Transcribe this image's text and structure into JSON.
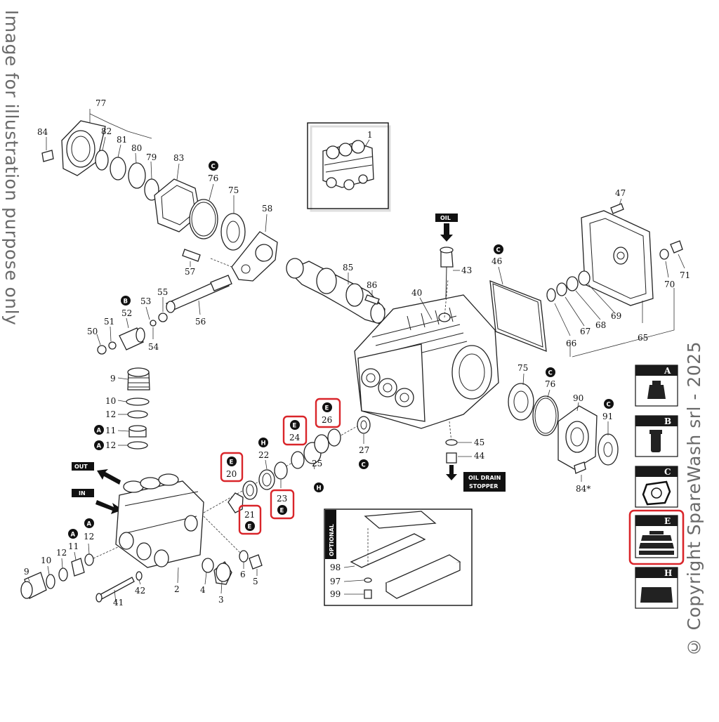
{
  "captions": {
    "left": "Image for illustration purpose only",
    "right": "© Copyright SpareWash srl - 2025"
  },
  "tags": {
    "oil": "OIL",
    "oil_drain_1": "OIL DRAIN",
    "oil_drain_2": "STOPPER",
    "out": "OUT",
    "in": "IN",
    "optional": "OPTIONAL"
  },
  "kits": [
    "A",
    "B",
    "C",
    "E",
    "H"
  ],
  "highlighted_kit": "E",
  "highlight_color": "#d9252a",
  "parts": {
    "p1": "1",
    "p2": "2",
    "p3": "3",
    "p4": "4",
    "p5": "5",
    "p6": "6",
    "p9a": "9",
    "p9b": "9",
    "p10a": "10",
    "p10b": "10",
    "p11a": "11",
    "p11b": "11",
    "p12a": "12",
    "p12b": "12",
    "p12c": "12",
    "p20": "20",
    "p21": "21",
    "p22": "22",
    "p23": "23",
    "p24": "24",
    "p25": "25",
    "p26": "26",
    "p27": "27",
    "p40": "40",
    "p41": "41",
    "p42": "42",
    "p43": "43",
    "p44": "44",
    "p45": "45",
    "p46": "46",
    "p47": "47",
    "p50": "50",
    "p51": "51",
    "p52": "52",
    "p53": "53",
    "p54": "54",
    "p55": "55",
    "p56": "56",
    "p57": "57",
    "p58": "58",
    "p65": "65",
    "p66": "66",
    "p67": "67",
    "p68": "68",
    "p69": "69",
    "p70": "70",
    "p71": "71",
    "p75a": "75",
    "p75b": "75",
    "p76a": "76",
    "p76b": "76",
    "p77": "77",
    "p79": "79",
    "p80": "80",
    "p81": "81",
    "p82": "82",
    "p83": "83",
    "p84": "84",
    "p84s": "84*",
    "p85": "85",
    "p86": "86",
    "p90": "90",
    "p91": "91",
    "p97": "97",
    "p98": "98",
    "p99": "99"
  }
}
